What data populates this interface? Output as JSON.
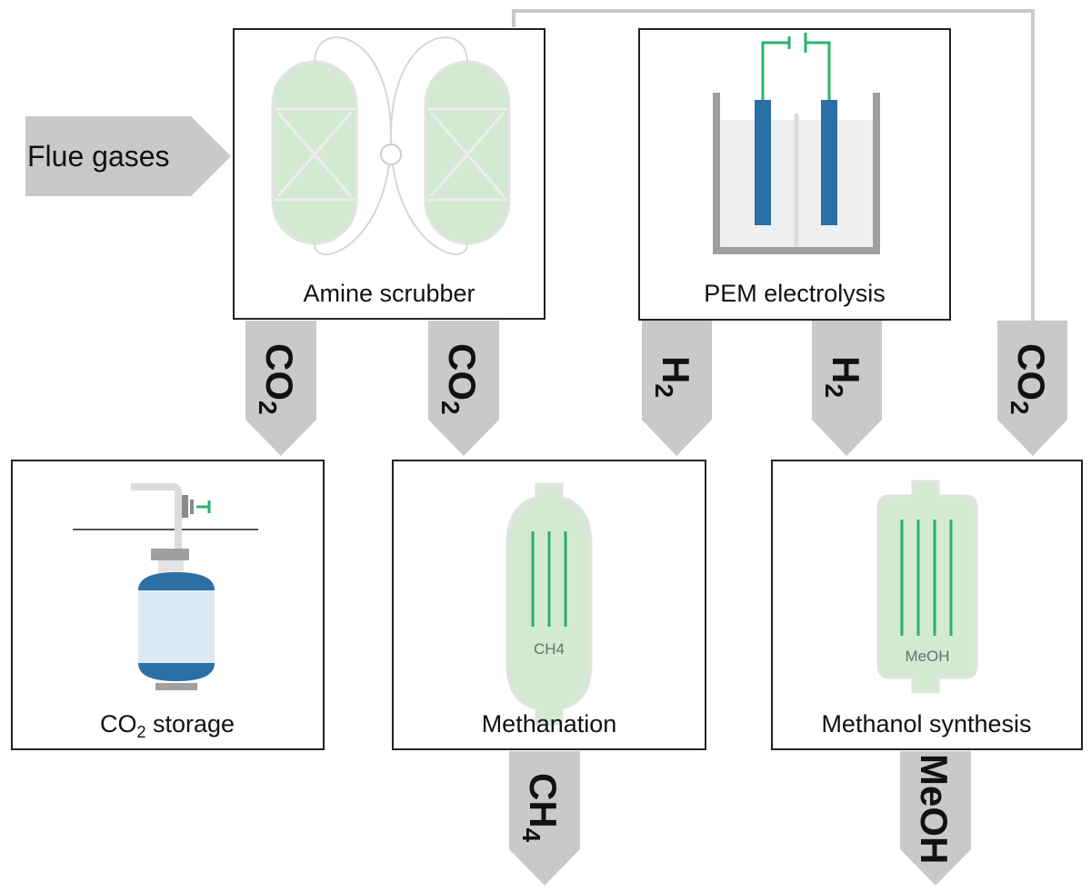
{
  "input": {
    "label": "Flue gases"
  },
  "units": {
    "amine_scrubber": {
      "label": "Amine scrubber"
    },
    "pem_electrolysis": {
      "label": "PEM electrolysis"
    },
    "co2_storage": {
      "label_main": "CO",
      "label_sub": "2",
      "label_rest": " storage"
    },
    "methanation": {
      "label": "Methanation",
      "reactor_text": "CH4"
    },
    "methanol_synthesis": {
      "label": "Methanol synthesis",
      "reactor_text": "MeOH"
    }
  },
  "streams": [
    {
      "main": "CO",
      "sub": "2"
    },
    {
      "main": "CO",
      "sub": "2"
    },
    {
      "main": "H",
      "sub": "2"
    },
    {
      "main": "H",
      "sub": "2"
    },
    {
      "main": "CO",
      "sub": "2"
    }
  ],
  "products": [
    {
      "main": "CH",
      "sub": "4"
    },
    {
      "main": "MeOH",
      "sub": ""
    }
  ],
  "colors": {
    "arrow_gray": "#c9c9c9",
    "reactor_green": "#d3e9d2",
    "line_green": "#2ab36a",
    "electrode_blue": "#2b6fa5",
    "tank_light_blue": "#dde9f4",
    "box_border": "#222222"
  }
}
